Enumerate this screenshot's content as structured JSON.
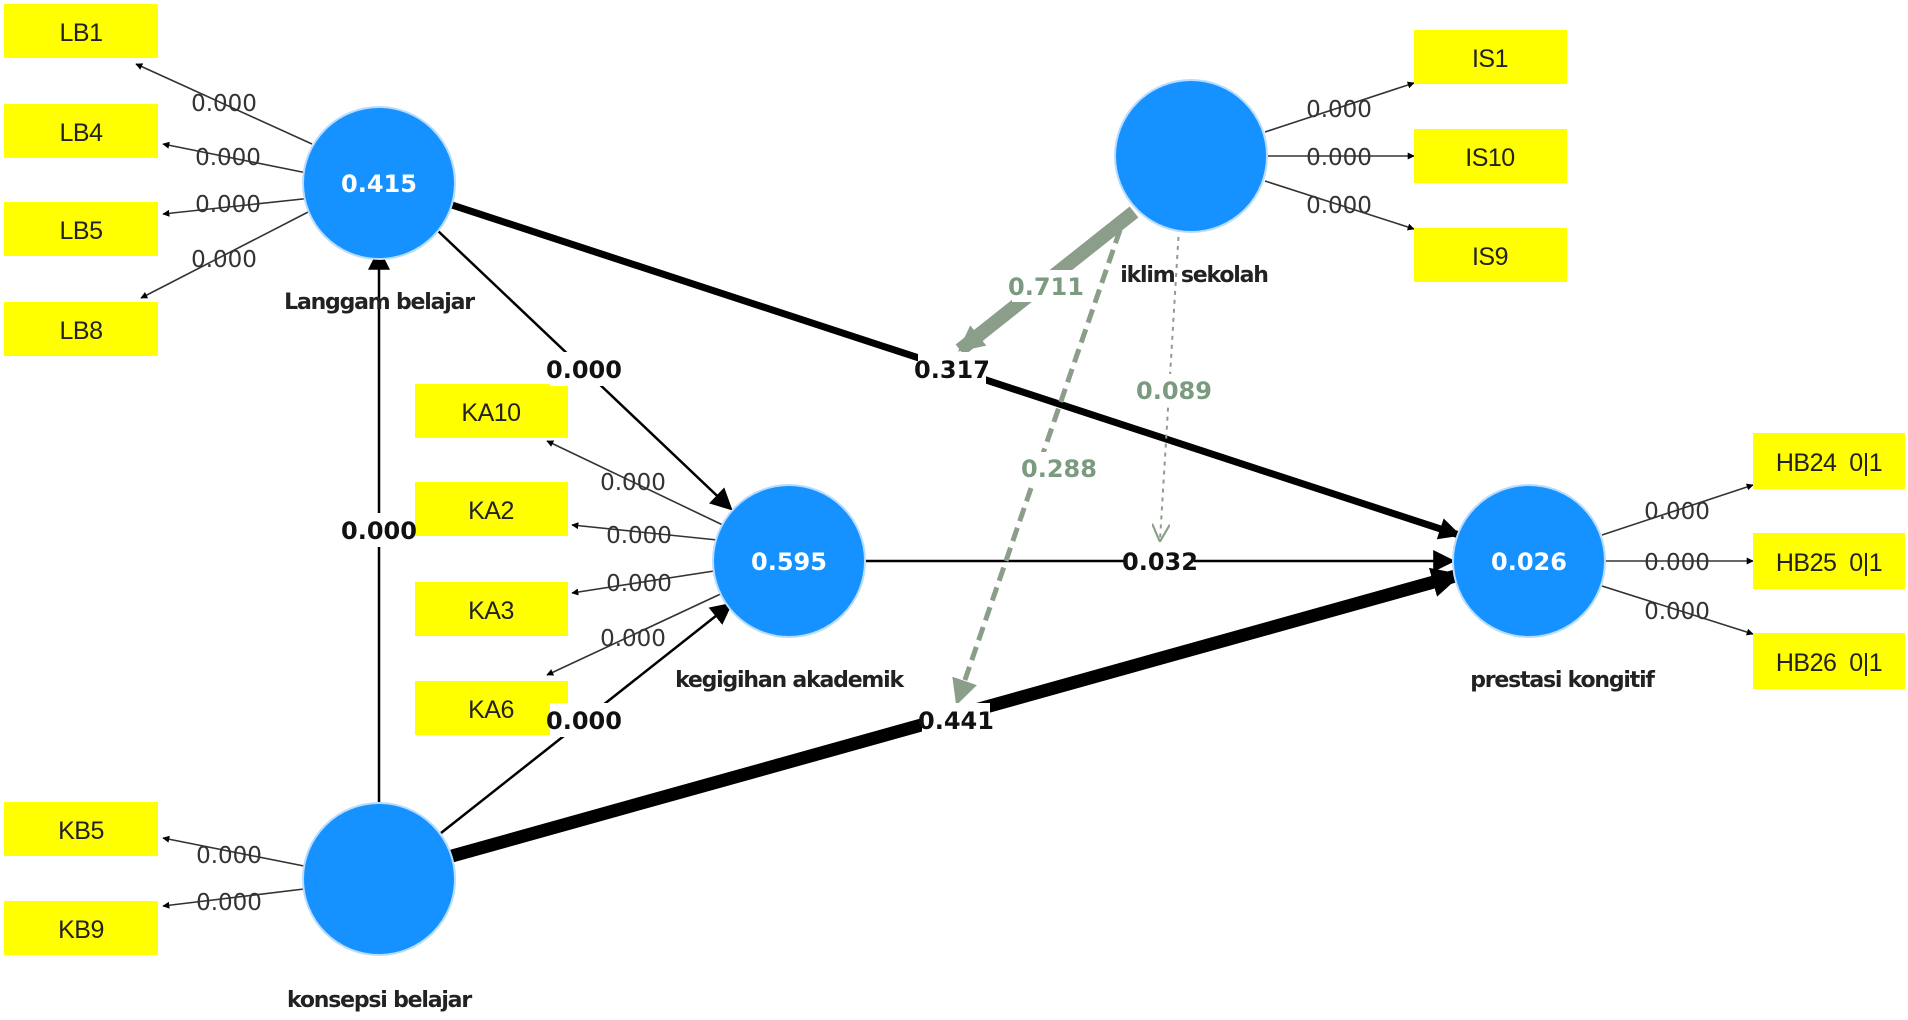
{
  "latent_variables": {
    "langgam": {
      "name": "Langgam belajar",
      "r2": "0.415"
    },
    "kegigihan": {
      "name": "kegigihan akademik",
      "r2": "0.595"
    },
    "konsepsi": {
      "name": "konsepsi belajar",
      "r2": ""
    },
    "iklim": {
      "name": "iklim sekolah",
      "r2": ""
    },
    "prestasi": {
      "name": "prestasi kongitif",
      "r2": "0.026"
    }
  },
  "indicators": {
    "LB1": "LB1",
    "LB4": "LB4",
    "LB5": "LB5",
    "LB8": "LB8",
    "KA10": "KA10",
    "KA2": "KA2",
    "KA3": "KA3",
    "KA6": "KA6",
    "KB5": "KB5",
    "KB9": "KB9",
    "IS1": "IS1",
    "IS10": "IS10",
    "IS9": "IS9",
    "HB24": "HB24  0|1",
    "HB25": "HB25  0|1",
    "HB26": "HB26  0|1"
  },
  "loadings": {
    "LB1": "0.000",
    "LB4": "0.000",
    "LB5": "0.000",
    "LB8": "0.000",
    "KA10": "0.000",
    "KA2": "0.000",
    "KA3": "0.000",
    "KA6": "0.000",
    "KB5": "0.000",
    "KB9": "0.000",
    "IS1": "0.000",
    "IS10": "0.000",
    "IS9": "0.000",
    "HB24": "0.000",
    "HB25": "0.000",
    "HB26": "0.000"
  },
  "paths": {
    "langgam_prestasi": "0.317",
    "langgam_kegigihan": "0.000",
    "konsepsi_langgam": "0.000",
    "konsepsi_kegigihan": "0.000",
    "konsepsi_prestasi": "0.441",
    "kegigihan_prestasi": "0.032"
  },
  "moderating": {
    "iklim_langgam_path": "0.711",
    "iklim_konsepsi_path": "0.288",
    "iklim_kegigihan_path": "0.089"
  },
  "colors": {
    "indicator_fill": "#ffff00",
    "latent_fill": "#1592ff",
    "path_line": "#000000",
    "moderating_line": "#8a9e8a",
    "moderating_text": "#7c9a7f"
  }
}
